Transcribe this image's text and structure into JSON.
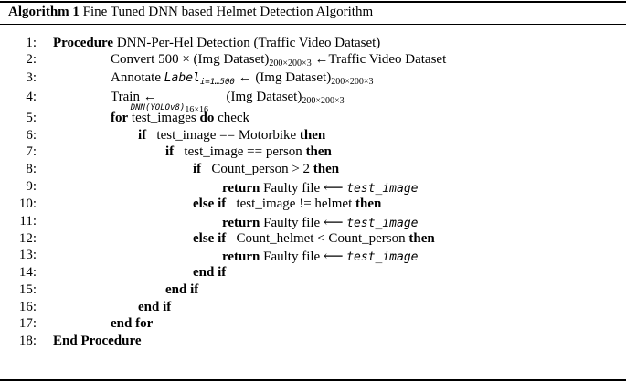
{
  "caption": {
    "label": "Algorithm 1",
    "title": "Fine Tuned DNN based Helmet Detection Algorithm"
  },
  "lines": [
    {
      "num": "1:",
      "kw1": "Procedure",
      "text1": " DNN-Per-Hel Detection (Traffic Video Dataset)"
    },
    {
      "num": "2:",
      "text1": "Convert 500 × (Img Dataset)",
      "sub1": "200×200×3",
      "text2": " ←Traffic Video Dataset"
    },
    {
      "num": "3:",
      "text1": "Annotate ",
      "math1": "Label",
      "sub1": "i=1…500",
      "text2": " ← (Img Dataset)",
      "sub2": "200×200×3"
    },
    {
      "num": "4:",
      "text1": "Train ",
      "arrow": "←",
      "under": "DNN(YOLOv8)",
      "under_sub": "16×16",
      "text2": " (Img Dataset)",
      "sub2": "200×200×3"
    },
    {
      "num": "5:",
      "kw1": "for",
      "text1": " test_images ",
      "kw2": "do",
      "text2": " check"
    },
    {
      "num": "6:",
      "kw1": "if",
      "text1": "   test_image == Motorbike ",
      "kw2": "then"
    },
    {
      "num": "7:",
      "kw1": "if",
      "text1": "   test_image == person ",
      "kw2": "then"
    },
    {
      "num": "8:",
      "kw1": "if",
      "text1": "   Count_person > 2 ",
      "kw2": "then"
    },
    {
      "num": "9:",
      "kw1": "return",
      "text1": " Faulty file ⟵ ",
      "math1": "test_image"
    },
    {
      "num": "10:",
      "kw1": "else if",
      "text1": "   test_image != helmet ",
      "kw2": "then"
    },
    {
      "num": "11:",
      "kw1": "return",
      "text1": " Faulty file ⟵ ",
      "math1": "test_image"
    },
    {
      "num": "12:",
      "kw1": "else if",
      "text1": "   Count_helmet < Count_person ",
      "kw2": "then"
    },
    {
      "num": "13:",
      "kw1": "return",
      "text1": " Faulty file ⟵ ",
      "math1": "test_image"
    },
    {
      "num": "14:",
      "kw1": "end if"
    },
    {
      "num": "15:",
      "kw1": "end if"
    },
    {
      "num": "16:",
      "kw1": "end if"
    },
    {
      "num": "17:",
      "kw1": "end for"
    },
    {
      "num": "18:",
      "kw1": "End Procedure"
    }
  ]
}
